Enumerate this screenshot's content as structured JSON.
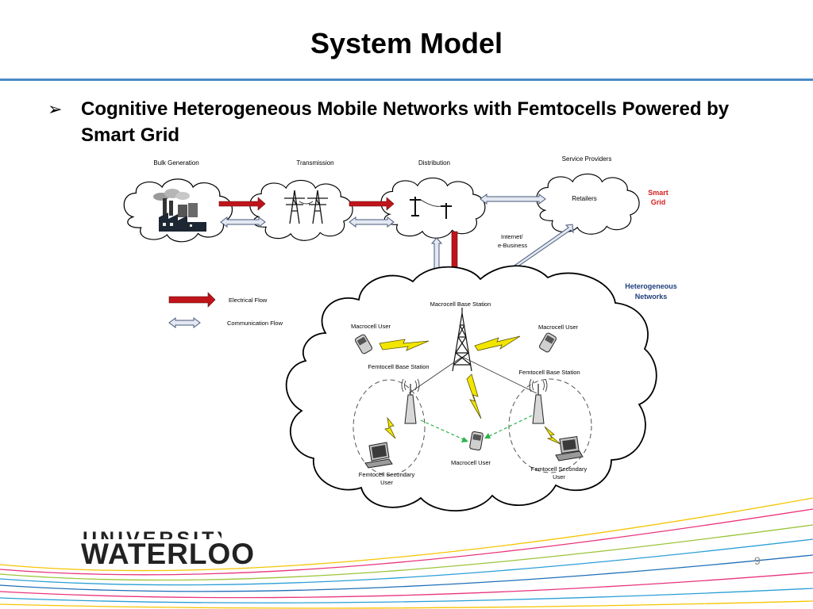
{
  "slide": {
    "title": "System Model",
    "bullet": "Cognitive Heterogeneous Mobile Networks with Femtocells Powered by Smart Grid",
    "page_number": "9"
  },
  "logo": {
    "line1": "UNIVERSITY OF",
    "line2": "WATERLOO"
  },
  "diagram": {
    "labels": {
      "bulk_generation": "Bulk Generation",
      "transmission": "Transmission",
      "distribution": "Distribution",
      "service_providers": "Service Providers",
      "retailers": "Retailers",
      "smart": "Smart",
      "grid": "Grid",
      "internet": "Internet/",
      "ebusiness": "e-Business",
      "electrical_flow": "Electrical Flow",
      "communication_flow": "Communication Flow",
      "heterogeneous": "Heterogeneous",
      "networks": "Networks",
      "macrocell_base_station": "Macrocell Base Station",
      "macrocell_user_left": "Macrocell User",
      "macrocell_user_right": "Macrocell User",
      "macrocell_user_bottom": "Macrocell User",
      "femtocell_bs_left": "Femtocell Base Station",
      "femtocell_bs_right": "Femtocell Base Station",
      "femto_secondary_left_1": "Femtocell Secondary",
      "femto_secondary_left_2": "User",
      "femto_secondary_right_1": "Femtocell Secondary",
      "femto_secondary_right_2": "User"
    },
    "colors": {
      "electrical_flow": "#c0141b",
      "communication_flow": "#e3e8f2",
      "communication_outline": "#4a5a78",
      "lightning": "#f2e600",
      "femto_link": "#2db34a",
      "smart_grid_label": "#d11e1e",
      "hetnet_label": "#1f3e7a",
      "title_rule": "#4a8ac4"
    },
    "icons": [
      "factory-icon",
      "transmission-tower-icon",
      "distribution-pole-icon",
      "cell-tower-icon",
      "phone-icon",
      "laptop-icon",
      "femtocell-icon",
      "lightning-icon"
    ]
  },
  "decor": {
    "stripe_colors": [
      "#e8347c",
      "#f5c400",
      "#9bc43a",
      "#2a9fd6",
      "#1f6fb8"
    ]
  }
}
